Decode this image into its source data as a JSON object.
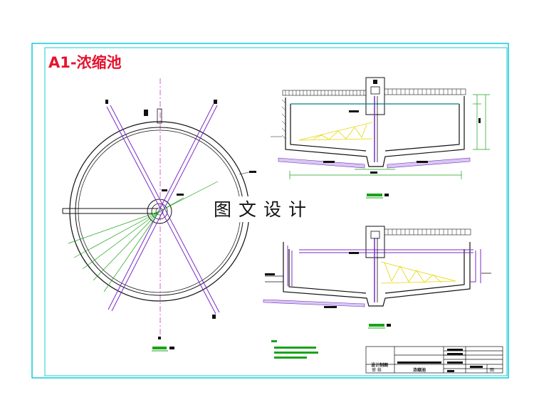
{
  "drawing": {
    "title": "A1-浓缩池",
    "watermark": "图文设计",
    "titleblock": {
      "row_label_1": "设计制图",
      "row_label_2": "审 核",
      "name_cell": "浓缩池",
      "sheet_cell": "图"
    }
  },
  "colors": {
    "frame": "#00c8d6",
    "title": "#e8112d",
    "structure": "#111111",
    "pipe": "#7a2bc8",
    "pipe_fill": "#d7c8f0",
    "dim": "#1aa31a",
    "rake": "#e6d600",
    "centerline": "#cc33cc"
  }
}
